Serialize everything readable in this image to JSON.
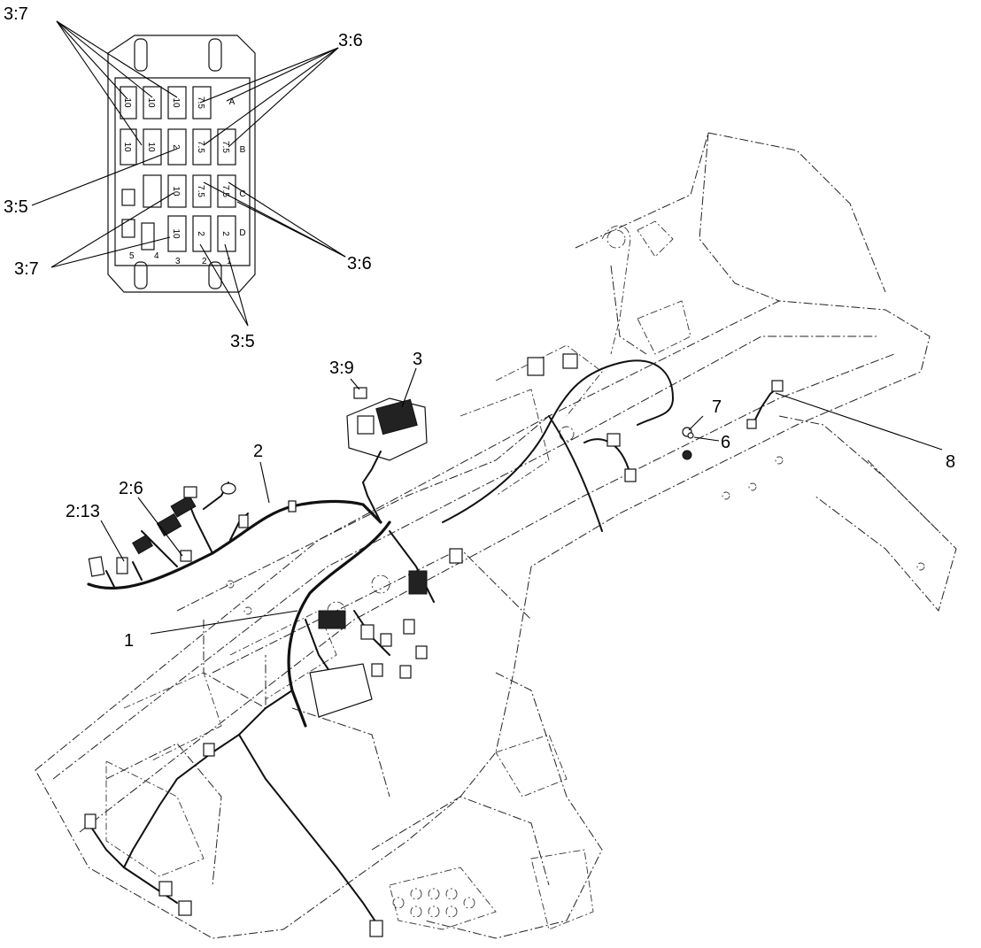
{
  "callouts": {
    "c_3_7_top": "3:7",
    "c_3_6_top": "3:6",
    "c_3_5_left": "3:5",
    "c_3_7_bottom": "3:7",
    "c_3_6_bottom": "3:6",
    "c_3_5_bottom": "3:5",
    "c_3_9": "3:9",
    "c_3": "3",
    "c_2": "2",
    "c_2_6": "2:6",
    "c_2_13": "2:13",
    "c_1": "1",
    "c_7": "7",
    "c_6": "6",
    "c_8": "8"
  },
  "fuse_box": {
    "row_letters": [
      "A",
      "B",
      "C",
      "D"
    ],
    "row_a": [
      "10",
      "10",
      "10",
      "7.5"
    ],
    "row_b": [
      "10",
      "10",
      "2",
      "7.5",
      "7.5"
    ],
    "row_c": [
      "10",
      "7.5",
      "7.5"
    ],
    "row_d": [
      "10",
      "2",
      "2"
    ],
    "small_labels": [
      "1",
      "2",
      "3",
      "4",
      "5"
    ]
  }
}
